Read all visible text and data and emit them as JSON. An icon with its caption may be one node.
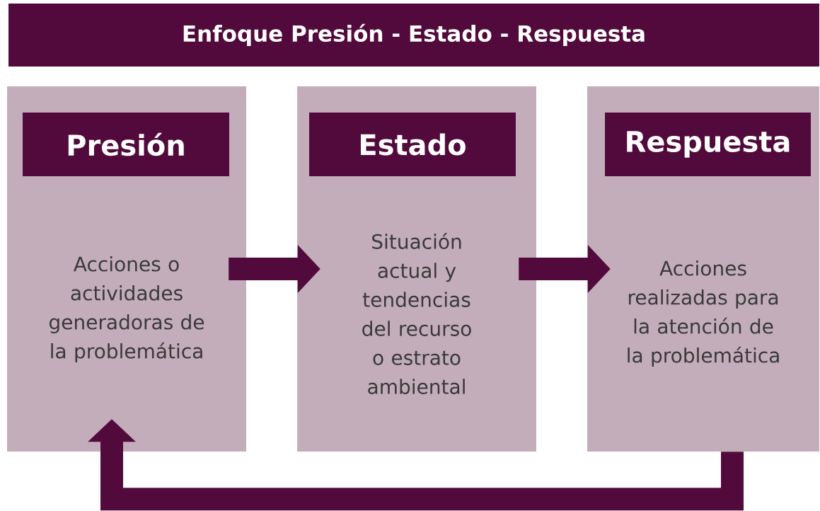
{
  "diagram": {
    "title": "Enfoque Presión - Estado - Respuesta",
    "nodes": [
      {
        "text": [
          "Acciones o actividades generadoras de la problemática"
        ]
      },
      {
        "text": [
          "Presión"
        ],
        "in": 0
      },
      {
        "text": [
          "Situación actual y tendencias del recurso o estrato ambiental"
        ]
      },
      {
        "text": [
          "Estado"
        ],
        "in": 2
      },
      {
        "text": [
          "Acciones realizadas para la atención de la problemática"
        ]
      },
      {
        "text": [
          "Respuesta"
        ],
        "in": 4
      }
    ],
    "edges": [
      {
        "from": 0,
        "to": 2,
        "arrow": "to"
      },
      {
        "from": 2,
        "to": 4,
        "arrow": "to"
      },
      {
        "from": 4,
        "to": 0,
        "arrow": "to"
      }
    ]
  }
}
